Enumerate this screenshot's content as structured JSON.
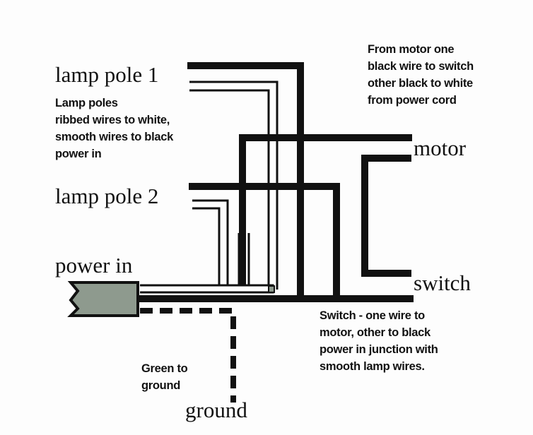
{
  "labels": {
    "lamp_pole_1": "lamp pole 1",
    "lamp_pole_2": "lamp pole 2",
    "power_in": "power in",
    "motor": "motor",
    "switch": "switch",
    "ground": "ground"
  },
  "notes": {
    "lamp_poles": "Lamp poles\nribbed wires to white,\nsmooth wires to black\npower in",
    "motor": "From motor one\nblack wire to switch\nother black to white\nfrom power cord",
    "switch": "Switch - one wire to\nmotor, other to black\npower in junction with\nsmooth lamp wires.",
    "ground": "Green to\nground"
  },
  "colors": {
    "wire_black": "#111111",
    "plug": "#8e9a8e",
    "background": "#fdfdfd"
  }
}
